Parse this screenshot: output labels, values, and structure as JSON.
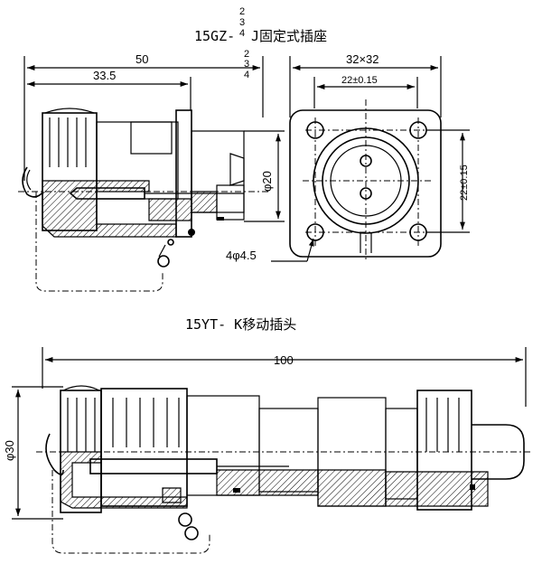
{
  "top": {
    "title_prefix": "15GZ-",
    "title_variants": [
      "2",
      "3",
      "4"
    ],
    "title_suffix": "J固定式插座",
    "side_variants": [
      "2",
      "3",
      "4"
    ],
    "dims": {
      "length_total": "50",
      "length_partial": "33.5",
      "diameter": "φ20",
      "flange_size": "32×32",
      "hole_spacing_h": "22±0.15",
      "hole_spacing_v": "22±0.15",
      "holes": "4φ4.5"
    }
  },
  "bottom": {
    "title": "15YT-  K移动插头",
    "dims": {
      "length_total": "100",
      "diameter": "φ30"
    }
  }
}
